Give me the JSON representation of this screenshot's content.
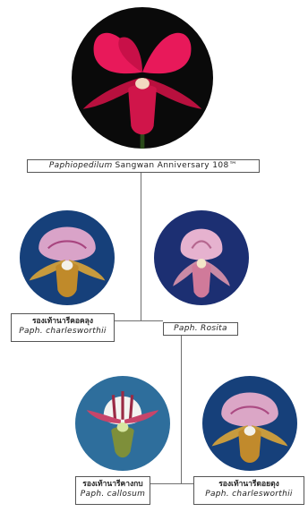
{
  "root": {
    "name": "Paphiopedilum Sangwan Anniversary 108™",
    "genus": "Paphiopedilum",
    "epithet": "Sangwan Anniversary 108™"
  },
  "parent_left": {
    "thai": "รองเท้านารีฅอฅลุง",
    "name": "Paph. charlesworthii"
  },
  "parent_right": {
    "name": "Paph. Rosita"
  },
  "grandparent_left": {
    "thai": "รองเท้านารีคางกบ",
    "name": "Paph. callosum"
  },
  "grandparent_right": {
    "thai": "รองเท้านารีดอยตุง",
    "name": "Paph. charlesworthii"
  }
}
